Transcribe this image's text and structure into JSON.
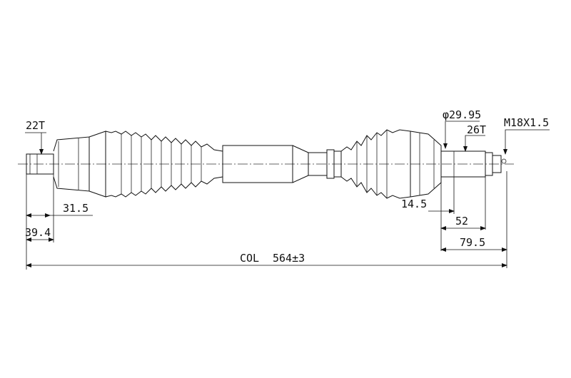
{
  "labels": {
    "spline_left": "22T",
    "spline_right": "26T",
    "diameter": "φ29.95",
    "thread": "M18X1.5",
    "dim_left_inner": "31.5",
    "dim_left_outer": "39.4",
    "dim_right_1": "14.5",
    "dim_right_2": "52",
    "dim_right_3": "79.5",
    "length_prefix": "COL",
    "length_value": "564±3"
  }
}
